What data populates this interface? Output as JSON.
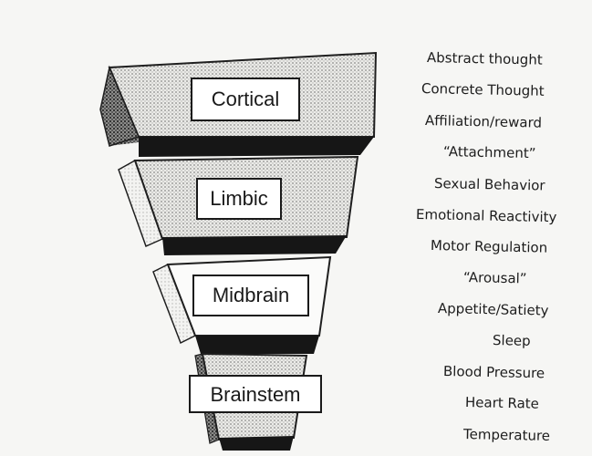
{
  "diagram": {
    "levels": [
      {
        "label": "Cortical"
      },
      {
        "label": "Limbic"
      },
      {
        "label": "Midbrain"
      },
      {
        "label": "Brainstem"
      }
    ],
    "functions": [
      "Abstract thought",
      "Concrete Thought",
      "Affiliation/reward",
      "“Attachment”",
      "Sexual Behavior",
      "Emotional Reactivity",
      "Motor Regulation",
      "“Arousal”",
      "Appetite/Satiety",
      "Sleep",
      "Blood Pressure",
      "Heart Rate",
      "Temperature"
    ]
  }
}
